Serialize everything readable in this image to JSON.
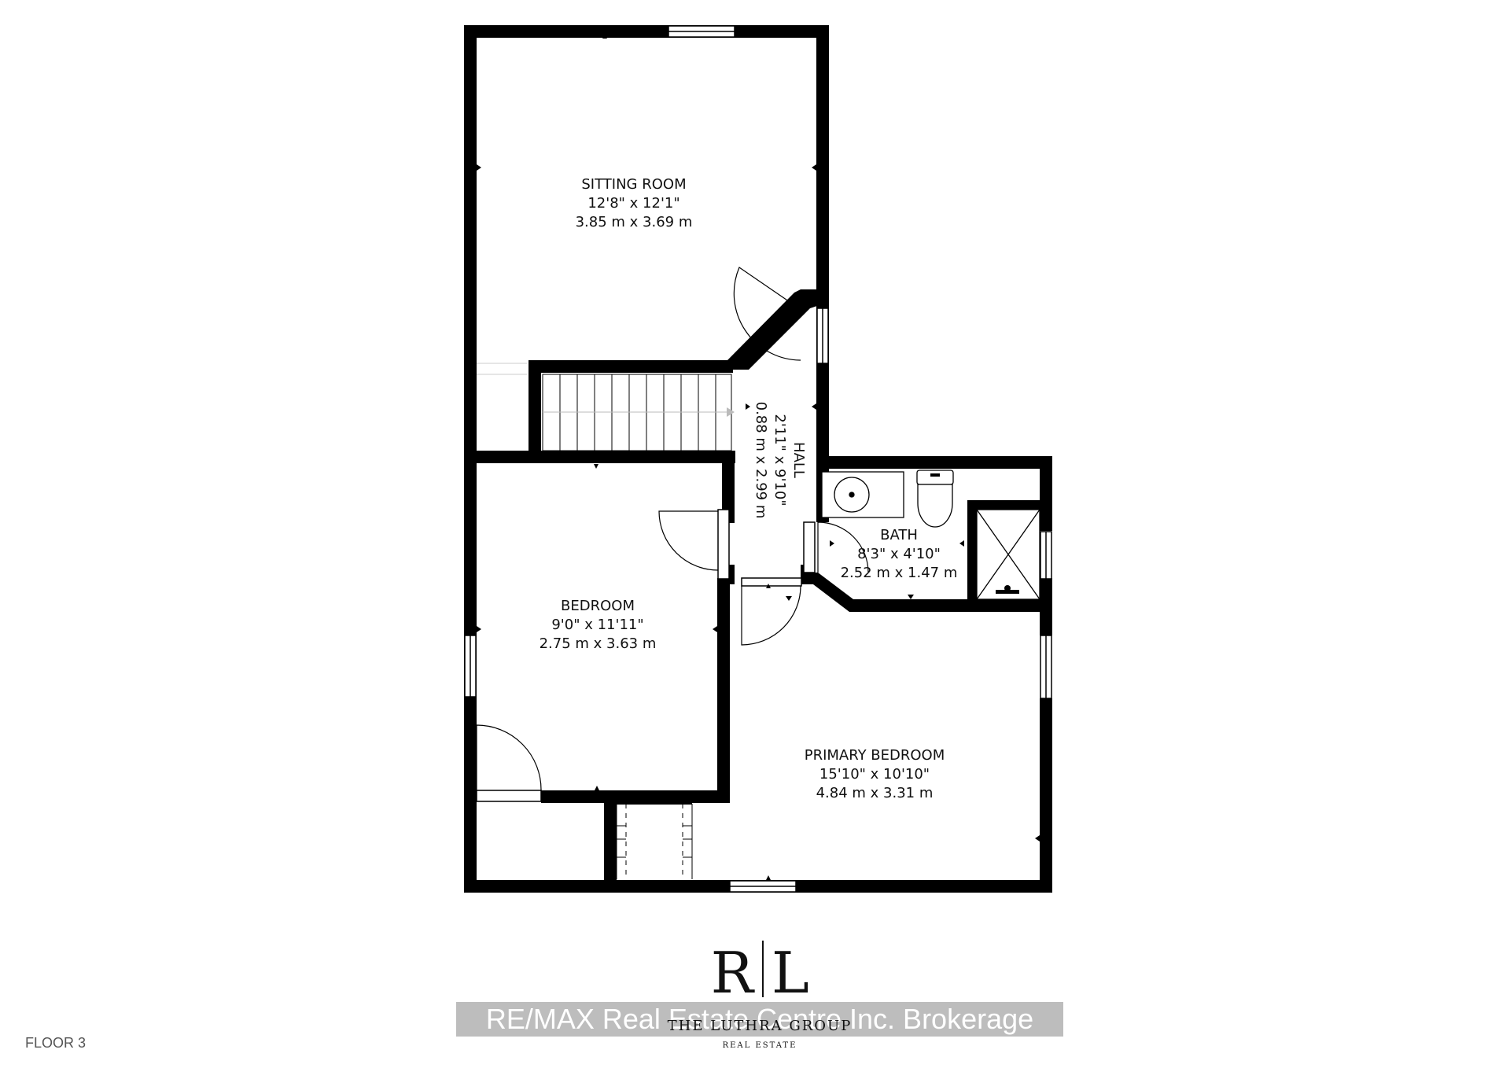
{
  "rooms": {
    "sitting_room": {
      "name": "SITTING ROOM",
      "imperial": "12'8\" x 12'1\"",
      "metric": "3.85 m x 3.69 m"
    },
    "hall": {
      "name": "HALL",
      "imperial": "2'11\" x 9'10\"",
      "metric": "0.88 m x 2.99 m"
    },
    "bedroom": {
      "name": "BEDROOM",
      "imperial": "9'0\" x 11'11\"",
      "metric": "2.75 m x 3.63 m"
    },
    "bath": {
      "name": "BATH",
      "imperial": "8'3\" x 4'10\"",
      "metric": "2.52 m x 1.47 m"
    },
    "primary_bedroom": {
      "name": "PRIMARY BEDROOM",
      "imperial": "15'10\" x 10'10\"",
      "metric": "4.84 m x 3.31 m"
    }
  },
  "logo": {
    "left_letter": "R",
    "right_letter": "L",
    "name": "THE LUTHRA GROUP",
    "tagline": "REAL ESTATE"
  },
  "watermark": "RE/MAX Real Estate Centre Inc. Brokerage",
  "floor_label": "FLOOR 3",
  "colors": {
    "wall": "#000000",
    "background": "#ffffff",
    "watermark_bg": "#bdbdbd"
  }
}
